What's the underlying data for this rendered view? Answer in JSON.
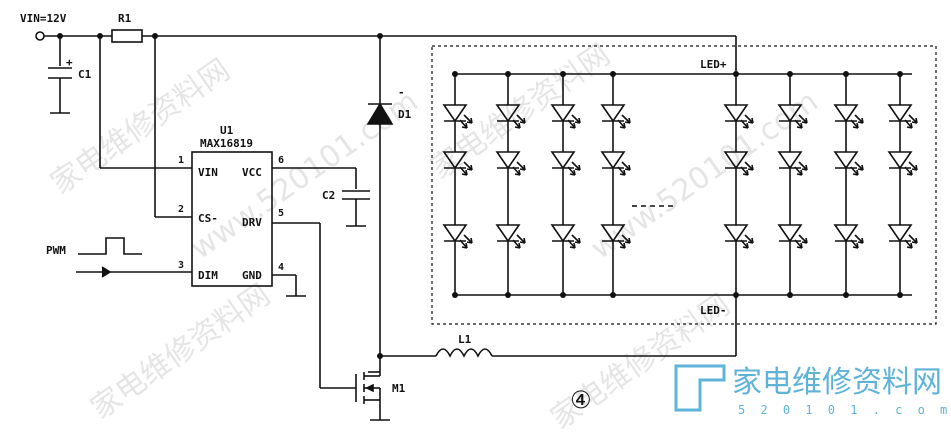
{
  "labels": {
    "vin": "VIN=12V",
    "r1": "R1",
    "c1": "C1",
    "c1_plus": "+",
    "u1": "U1",
    "ic_part": "MAX16819",
    "pin_vin": "VIN",
    "pin_cs": "CS-",
    "pin_dim": "DIM",
    "pin_vcc": "VCC",
    "pin_drv": "DRV",
    "pin_gnd": "GND",
    "pin1": "1",
    "pin2": "2",
    "pin3": "3",
    "pin4": "4",
    "pin5": "5",
    "pin6": "6",
    "c2": "C2",
    "d1": "D1",
    "d1_minus": "-",
    "pwm": "PWM",
    "led_plus": "LED+",
    "led_minus": "LED-",
    "l1": "L1",
    "m1": "M1",
    "figure": "④"
  },
  "watermark": {
    "site_cn": "家电维修资料网",
    "site_url": "www.520101.com",
    "logo_url": "5 2 0 1 0 1 . c o m"
  },
  "colors": {
    "ink": "#111111",
    "watermark": "#d0d0d0",
    "logo": "#5fb3d8"
  }
}
